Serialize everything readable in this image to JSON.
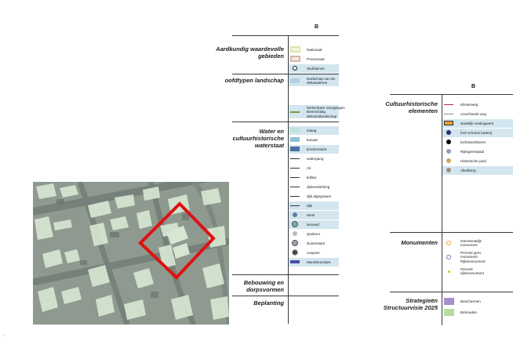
{
  "left_legend": {
    "col_marker": "B",
    "sections": [
      {
        "title": "Aardkundig waardevolle gebieden",
        "items": [
          {
            "label": "Nationaal",
            "symbol": "rect-outline",
            "color": "#dde7a7"
          },
          {
            "label": "Provinciaal",
            "symbol": "rect-outline",
            "color": "#d9b6a8"
          },
          {
            "label": "Stuifduinen",
            "symbol": "ring",
            "color": "#111111"
          }
        ]
      },
      {
        "title": "oofdtypen landschap",
        "items": [
          {
            "label": "landschap van de deltawateren",
            "symbol": "swatch",
            "color": "#b4cde0"
          },
          {
            "label": "herkenbare overgangen kleinschalig dekzandlandschap",
            "symbol": "line",
            "color": "#7a9a3a"
          }
        ]
      },
      {
        "title": "Water en cultuurhistorische waterstaat",
        "items": [
          {
            "label": "inlaag",
            "symbol": "swatch",
            "color": "#bfe3d8"
          },
          {
            "label": "kanaal",
            "symbol": "swatch",
            "color": "#8ec1d5"
          },
          {
            "label": "kreekrestant",
            "symbol": "swatch",
            "color": "#4a6fa6"
          },
          {
            "label": "watergang",
            "symbol": "line",
            "color": "#333333"
          },
          {
            "label": "rol",
            "symbol": "line",
            "color": "#333333"
          },
          {
            "label": "kribbe",
            "symbol": "line",
            "color": "#333333"
          },
          {
            "label": "dijkversterking",
            "symbol": "line",
            "color": "#333333"
          },
          {
            "label": "dijk afgegraven",
            "symbol": "line",
            "color": "#333333"
          },
          {
            "label": "dijk",
            "symbol": "line",
            "color": "#333333"
          },
          {
            "label": "Weel",
            "symbol": "dot",
            "color": "#5b7cab"
          },
          {
            "label": "kenwed",
            "symbol": "dot",
            "color": "#7fb0a0"
          },
          {
            "label": "spuikom",
            "symbol": "dot",
            "color": "#b9b9c9"
          },
          {
            "label": "sluisrestant",
            "symbol": "dot",
            "color": "#a99ab0"
          },
          {
            "label": "coupure",
            "symbol": "dot",
            "color": "#444455"
          },
          {
            "label": "Muraltmuurtjes",
            "symbol": "swatch",
            "color": "#4d4aa6"
          }
        ]
      },
      {
        "title": "Bebouwing en dorpsvormen",
        "items": []
      },
      {
        "title": "Beplanting",
        "items": []
      }
    ]
  },
  "right_legend": {
    "col_marker": "B",
    "sections": [
      {
        "title": "Cultuurhistorische elementen",
        "items": [
          {
            "label": "Klinkerweg",
            "symbol": "line",
            "color": "#b02a3a"
          },
          {
            "label": "onverharde weg",
            "symbol": "line",
            "color": "#888888"
          },
          {
            "label": "stedelijk vestingwerk",
            "symbol": "rect-outline",
            "color": "#e9a13a"
          },
          {
            "label": "fort/ schans/ batterij",
            "symbol": "dot",
            "color": "#2b2b6e"
          },
          {
            "label": "luchtwachttoren",
            "symbol": "dot",
            "color": "#000000"
          },
          {
            "label": "Rijksgrenspaal",
            "symbol": "dot",
            "color": "#9a9ab8"
          },
          {
            "label": "Historische paal",
            "symbol": "dot",
            "color": "#c9a860"
          },
          {
            "label": "Vliedberg",
            "symbol": "dot",
            "color": "#9a8f7a"
          }
        ]
      },
      {
        "title": "Monumenten",
        "items": [
          {
            "label": "Gemeentelijk monument",
            "symbol": "ring",
            "color": "#e9a13a"
          },
          {
            "label": "Perceel gem. monument Rijksmonument",
            "symbol": "ring",
            "color": "#8a66b8"
          },
          {
            "label": "Perceel rijksmonument",
            "symbol": "tiny",
            "color": "#c9d23a"
          }
        ]
      },
      {
        "title": "Strategieën Structuurvisie 2025",
        "items": [
          {
            "label": "Beschermen",
            "symbol": "swatch",
            "color": "#a78fc9"
          },
          {
            "label": "Behouden",
            "symbol": "swatch",
            "color": "#b7dc9e"
          }
        ]
      }
    ]
  },
  "map": {
    "base_color": "#8e9a8f",
    "block_color": "#d7e6d2",
    "road_color": "#6e7a70",
    "highlight_color": "#e01010",
    "corner_mark": "·"
  }
}
